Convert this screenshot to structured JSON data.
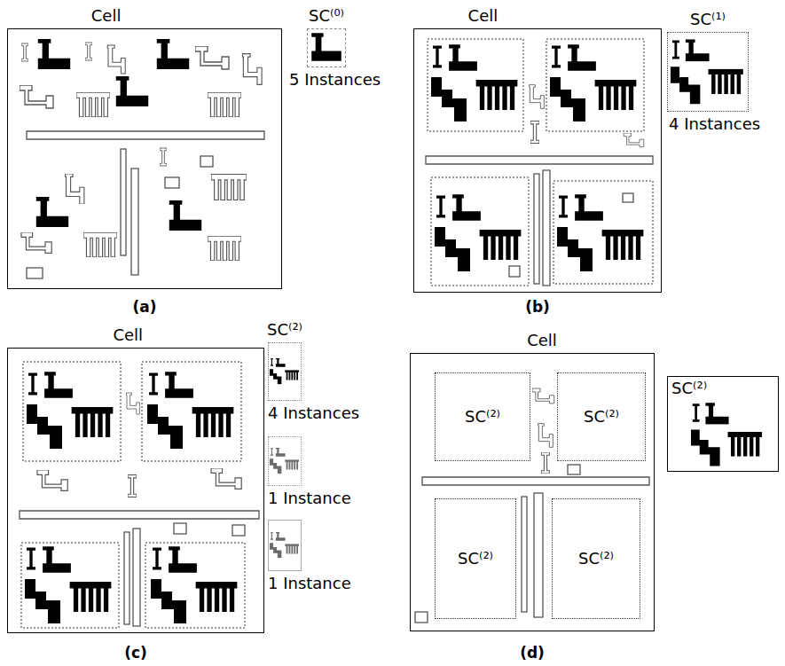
{
  "diagram": {
    "nodes": [
      {
        "text": [
          "Cell"
        ]
      },
      {
        "text": [
          "SC⁽⁰⁾",
          "5 Instances"
        ]
      },
      {
        "text": [
          "Cell"
        ]
      },
      {
        "text": [
          "SC⁽¹⁾",
          "4 Instances"
        ]
      },
      {
        "text": [
          "Cell"
        ]
      },
      {
        "text": [
          "SC⁽²⁾",
          "4 Instances"
        ]
      },
      {
        "text": [
          "1 Instance"
        ]
      },
      {
        "text": [
          "1 Instance"
        ]
      },
      {
        "text": [
          "Cell"
        ]
      },
      {
        "text": [
          "SC⁽²⁾"
        ],
        "in": 8
      },
      {
        "text": [
          "SC⁽²⁾"
        ],
        "in": 8
      },
      {
        "text": [
          "SC⁽²⁾"
        ],
        "in": 8
      },
      {
        "text": [
          "SC⁽²⁾"
        ],
        "in": 8
      },
      {
        "text": [
          "SC⁽²⁾"
        ]
      }
    ],
    "labels": [
      "(a)",
      "(b)",
      "(c)",
      "(d)"
    ]
  }
}
